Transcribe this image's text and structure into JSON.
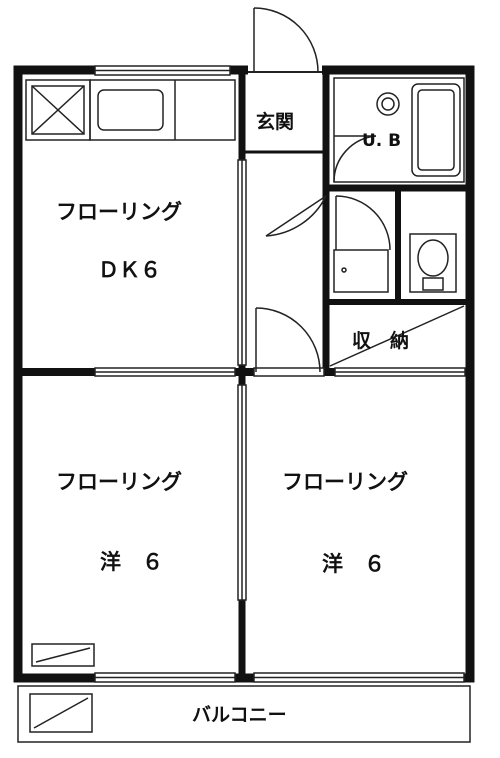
{
  "rooms": {
    "dk": {
      "flooring": "フローリング",
      "name": "ＤＫ６"
    },
    "western1": {
      "flooring": "フローリング",
      "name": "洋　６"
    },
    "western2": {
      "flooring": "フローリング",
      "name": "洋　６"
    },
    "entrance": {
      "name": "玄関"
    },
    "unit_bath": {
      "name": "U. B"
    },
    "storage": {
      "name": "収　納"
    },
    "balcony": {
      "name": "バルコニー"
    }
  },
  "colors": {
    "wall": "#111111",
    "line": "#222222",
    "background": "#ffffff"
  }
}
